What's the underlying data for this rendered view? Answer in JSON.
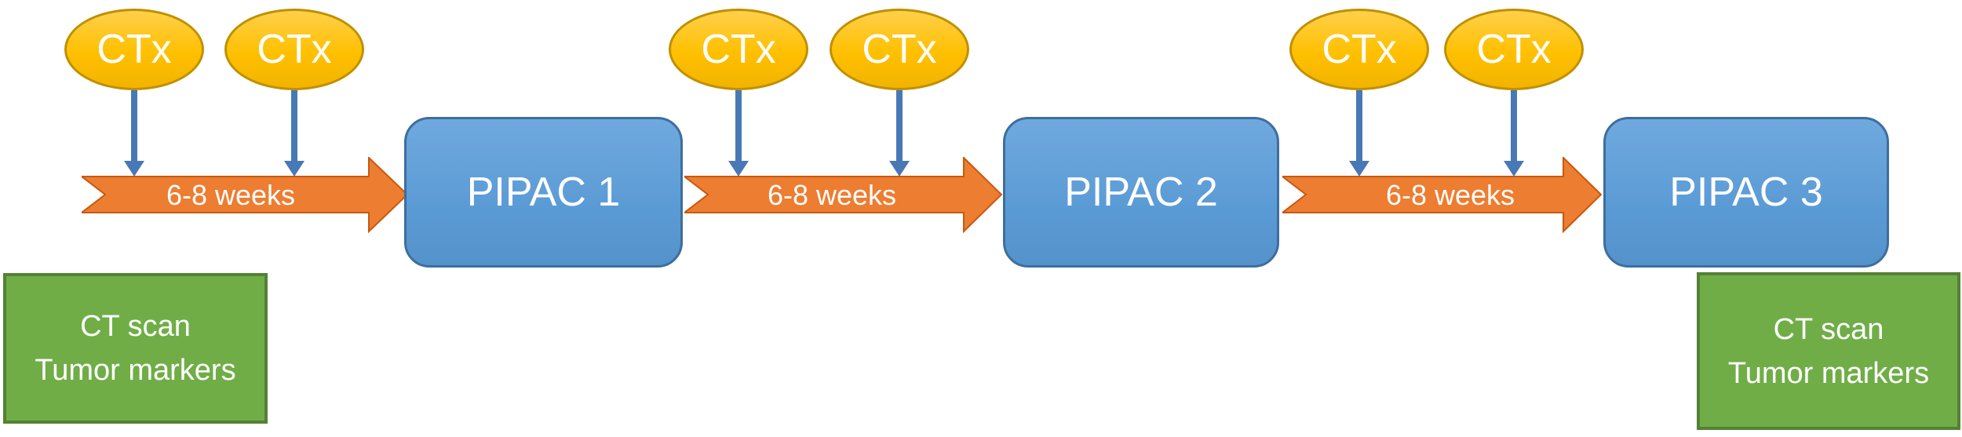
{
  "figure": {
    "description": "PIPAC treatment schedule flow diagram",
    "ctx_label": "CTx",
    "interval_label": "6-8 weeks",
    "pipac_labels": [
      "PIPAC 1",
      "PIPAC 2",
      "PIPAC 3"
    ],
    "assessment_lines": [
      "CT scan",
      "Tumor markers"
    ],
    "colors": {
      "background": "#ffffff",
      "ctx_fill": "#FFC000",
      "ctx_fill_light": "#FFD04A",
      "ctx_border": "#BF9000",
      "pipac_fill": "#5B9BD5",
      "pipac_fill_light": "#6FA9DE",
      "pipac_border": "#3E6E9E",
      "arrow_fill": "#ED7D31",
      "arrow_border": "#C55A11",
      "stem": "#4879B6",
      "assessment_fill": "#70AD47",
      "assessment_border": "#538135",
      "text": "#FFFFFF"
    }
  }
}
